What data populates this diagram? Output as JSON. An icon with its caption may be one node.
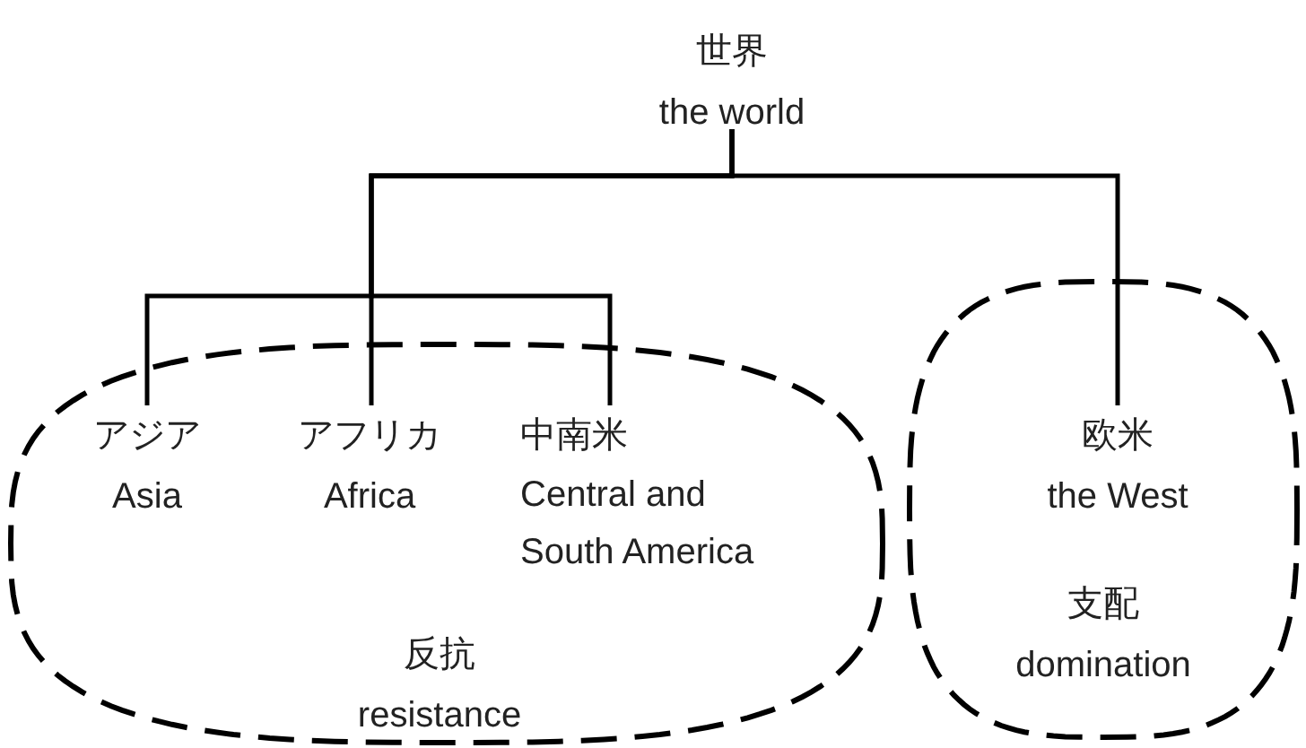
{
  "diagram": {
    "nodes": [
      {
        "text": [
          "世界",
          "the world"
        ]
      },
      {
        "text": [
          "反抗",
          "resistance"
        ]
      },
      {
        "text": [
          "アジア",
          "Asia"
        ],
        "in": 1
      },
      {
        "text": [
          "アフリカ",
          "Africa"
        ],
        "in": 1
      },
      {
        "text": [
          "中南米",
          "Central and South America"
        ],
        "in": 1
      },
      {
        "text": [
          "支配",
          "domination"
        ]
      },
      {
        "text": [
          "欧米",
          "the West"
        ],
        "in": 5
      }
    ],
    "edges": [
      {
        "from": 0,
        "to": 2,
        "arrow": "none"
      },
      {
        "from": 0,
        "to": 3,
        "arrow": "none"
      },
      {
        "from": 0,
        "to": 4,
        "arrow": "none"
      },
      {
        "from": 0,
        "to": 6,
        "arrow": "none"
      }
    ]
  }
}
